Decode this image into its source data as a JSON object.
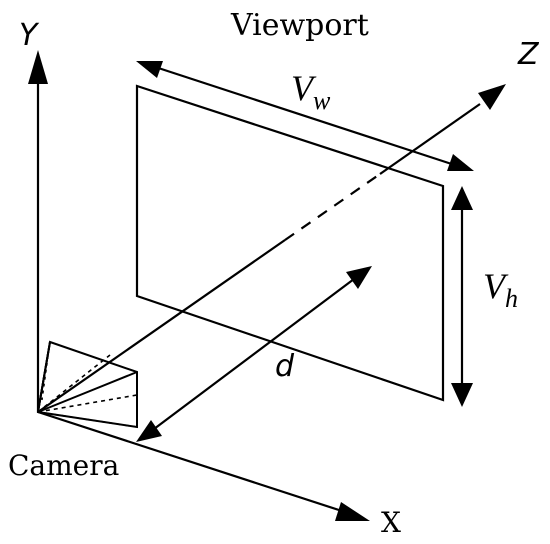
{
  "labels": {
    "viewport": "Viewport",
    "camera": "Camera",
    "axis_x": "X",
    "axis_y": "Y",
    "axis_z": "Z",
    "depth": "d",
    "width_main": "V",
    "width_sub": "w",
    "height_main": "V",
    "height_sub": "h"
  },
  "colors": {
    "stroke": "#000000",
    "background": "#ffffff"
  }
}
